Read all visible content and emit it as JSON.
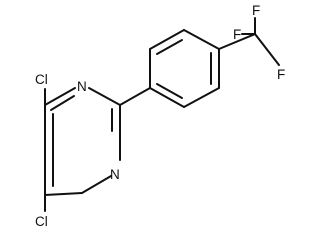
{
  "molecule": {
    "atoms": {
      "cl_top": "Cl",
      "n_upper": "N",
      "n_lower": "N",
      "cl_bottom": "Cl",
      "f_top": "F",
      "f_left": "F",
      "f_right": "F"
    }
  }
}
